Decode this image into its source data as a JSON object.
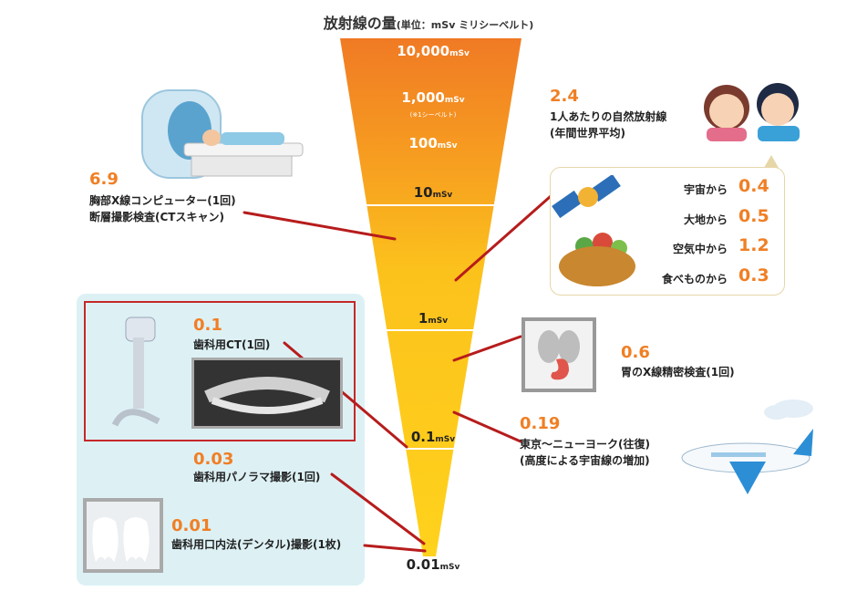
{
  "title": {
    "main": "放射線の量",
    "unit": "(単位：mSv ミリシーベルト)"
  },
  "scale": [
    {
      "value": "10,000",
      "unit": "mSv"
    },
    {
      "value": "1,000",
      "unit": "mSv",
      "note": "(※1シーベルト)"
    },
    {
      "value": "100",
      "unit": "mSv"
    },
    {
      "value": "10",
      "unit": "mSv"
    },
    {
      "value": "1",
      "unit": "mSv"
    },
    {
      "value": "0.1",
      "unit": "mSv"
    },
    {
      "value": "0.01",
      "unit": "mSv"
    }
  ],
  "items": {
    "ct_chest": {
      "value": "6.9",
      "line1": "胸部X線コンピューター(1回)",
      "line2": "断層撮影検査(CTスキャン)"
    },
    "natural": {
      "value": "2.4",
      "line1": "1人あたりの自然放射線",
      "line2": "(年間世界平均)"
    },
    "stomach": {
      "value": "0.6",
      "line1": "胃のX線精密検査(1回)"
    },
    "flight": {
      "value": "0.19",
      "line1": "東京〜ニューヨーク(往復)",
      "line2": "(高度による宇宙線の増加)"
    },
    "dental_ct": {
      "value": "0.1",
      "line1": "歯科用CT(1回)"
    },
    "panorama": {
      "value": "0.03",
      "line1": "歯科用パノラマ撮影(1回)"
    },
    "intraoral": {
      "value": "0.01",
      "line1": "歯科用口内法(デンタル)撮影(1枚)"
    }
  },
  "breakdown": [
    {
      "label": "宇宙から",
      "value": "0.4"
    },
    {
      "label": "大地から",
      "value": "0.5"
    },
    {
      "label": "空気中から",
      "value": "1.2"
    },
    {
      "label": "食べものから",
      "value": "0.3"
    }
  ],
  "colors": {
    "funnel_top": "#f07a24",
    "funnel_bottom": "#ffd21c",
    "accent": "#f07f24",
    "connector": "#b71c1c",
    "panel": "#ddf1f5"
  }
}
